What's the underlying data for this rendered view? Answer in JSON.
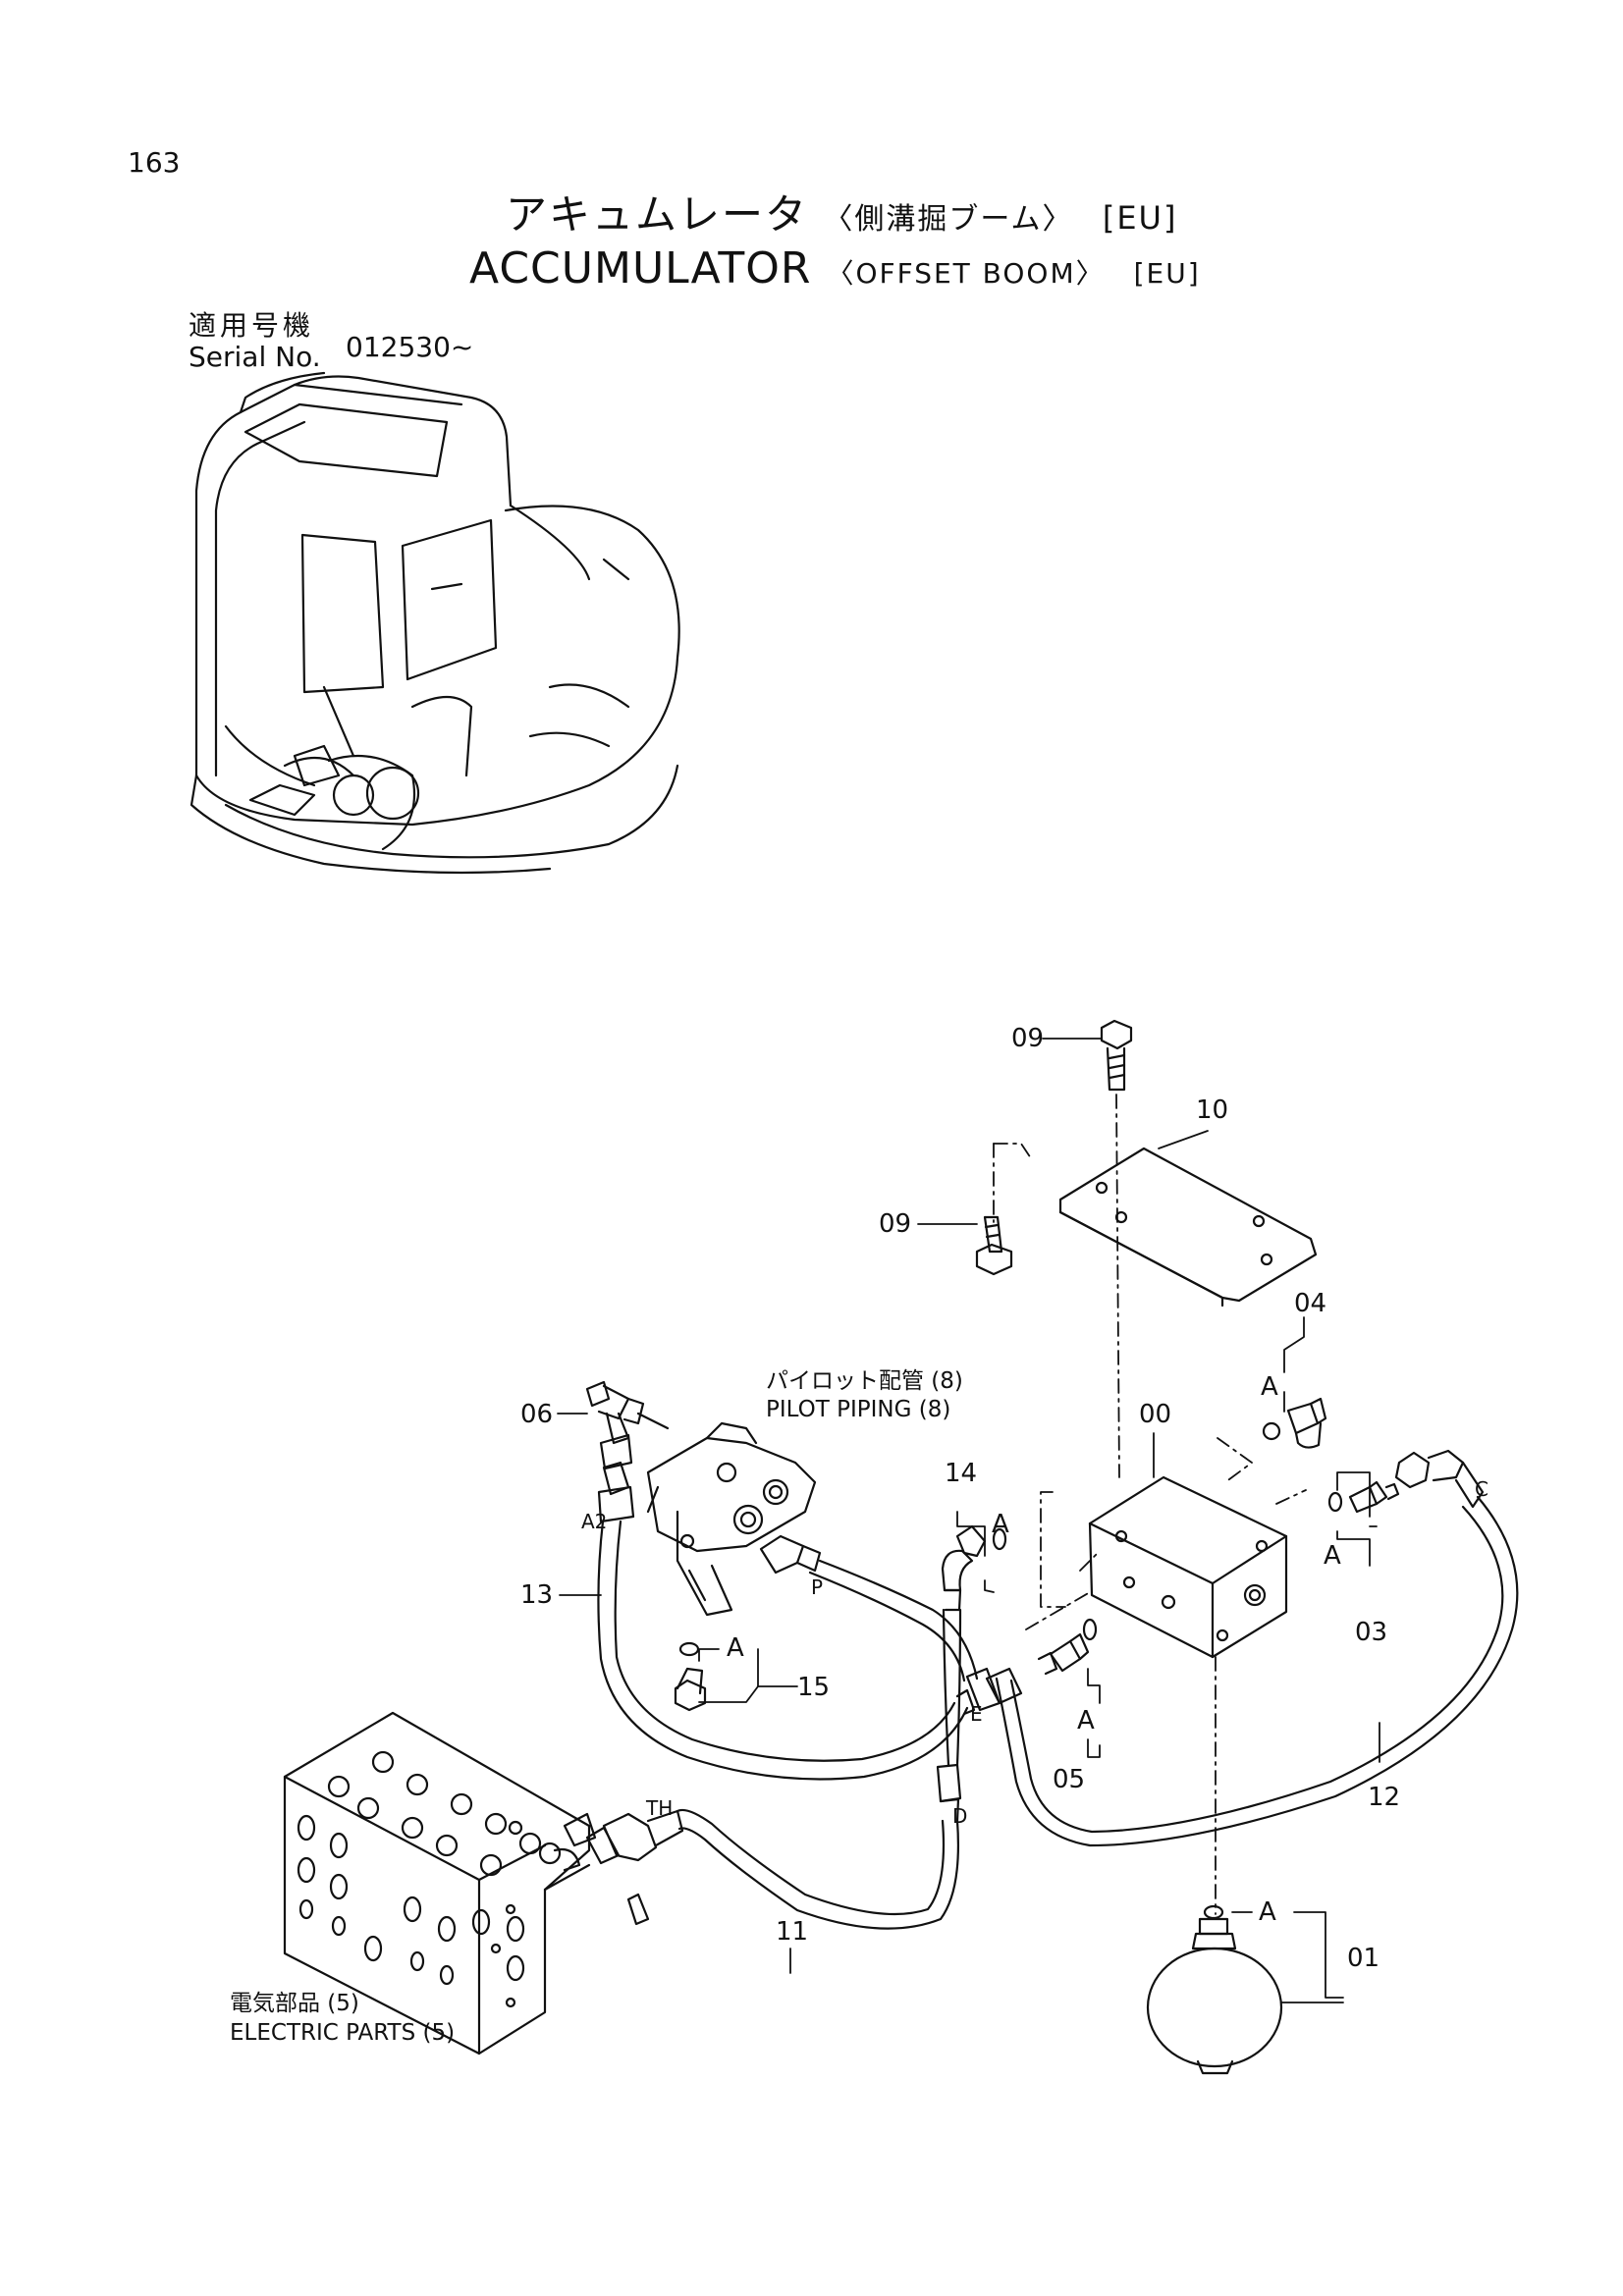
{
  "page_number": "163",
  "title": {
    "jp_main": "アキュムレータ",
    "jp_sub": "〈側溝掘ブーム〉",
    "region": "[EU]",
    "en_main": "ACCUMULATOR",
    "en_sub": "〈OFFSET BOOM〉",
    "en_region": "[EU]"
  },
  "serial": {
    "label_jp": "適用号機",
    "label_en": "Serial No.",
    "value": "012530~"
  },
  "part_labels": {
    "p00": "00",
    "p01": "01",
    "p03": "03",
    "p04": "04",
    "p05": "05",
    "p06": "06",
    "p09a": "09",
    "p09b": "09",
    "p10": "10",
    "p11": "11",
    "p12": "12",
    "p13": "13",
    "p14": "14",
    "p15": "15"
  },
  "port_labels": {
    "a2": "A2",
    "p": "P",
    "e": "E",
    "d": "D",
    "th": "TH",
    "c": "C",
    "a_04": "A",
    "a_14": "A",
    "a_15": "A",
    "a_03": "A",
    "a_05": "A",
    "a_01": "A"
  },
  "references": {
    "pilot_jp": "パイロット配管 (8)",
    "pilot_en": "PILOT  PIPING (8)",
    "electric_jp": "電気部品 (5)",
    "electric_en": "ELECTRIC  PARTS (5)"
  }
}
